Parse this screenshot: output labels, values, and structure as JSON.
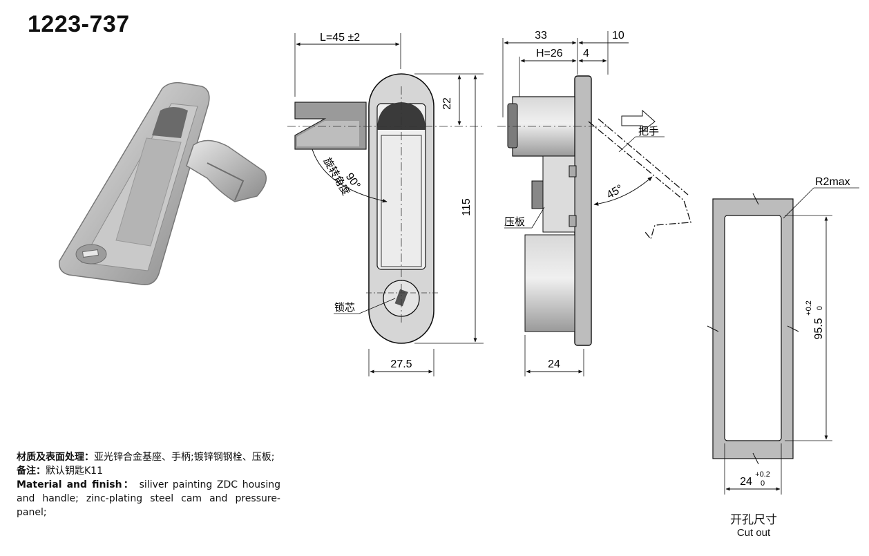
{
  "title": "1223-737",
  "front_view": {
    "width_label": "L=45 ±2",
    "top_offset": "22",
    "height": "115",
    "bottom_width": "27.5",
    "rotation_angle": "90°",
    "rotation_label": "旋转角度",
    "lock_core_label": "锁芯"
  },
  "side_view": {
    "overall": "33",
    "right": "10",
    "h_label": "H=26",
    "gap": "4",
    "angle": "45°",
    "handle_label": "把手",
    "plate_label": "压板",
    "bottom": "24"
  },
  "cutout": {
    "radius_label": "R2max",
    "height": "95.5",
    "height_tol_upper": "+0.2",
    "height_tol_lower": "0",
    "width": "24",
    "width_tol_upper": "+0.2",
    "width_tol_lower": "0",
    "caption_zh": "开孔尺寸",
    "caption_en": "Cut out"
  },
  "notes": {
    "zh_material_label": "材质及表面处理：",
    "zh_material": "亚光锌合金基座、手柄;镀锌钢钢栓、压板;",
    "zh_remark_label": "备注：",
    "zh_remark": "默认钥匙K11",
    "en_material_label": "Material and finish：",
    "en_material": "siliver painting ZDC housing and handle; zinc-plating steel cam and pressure-panel;"
  }
}
